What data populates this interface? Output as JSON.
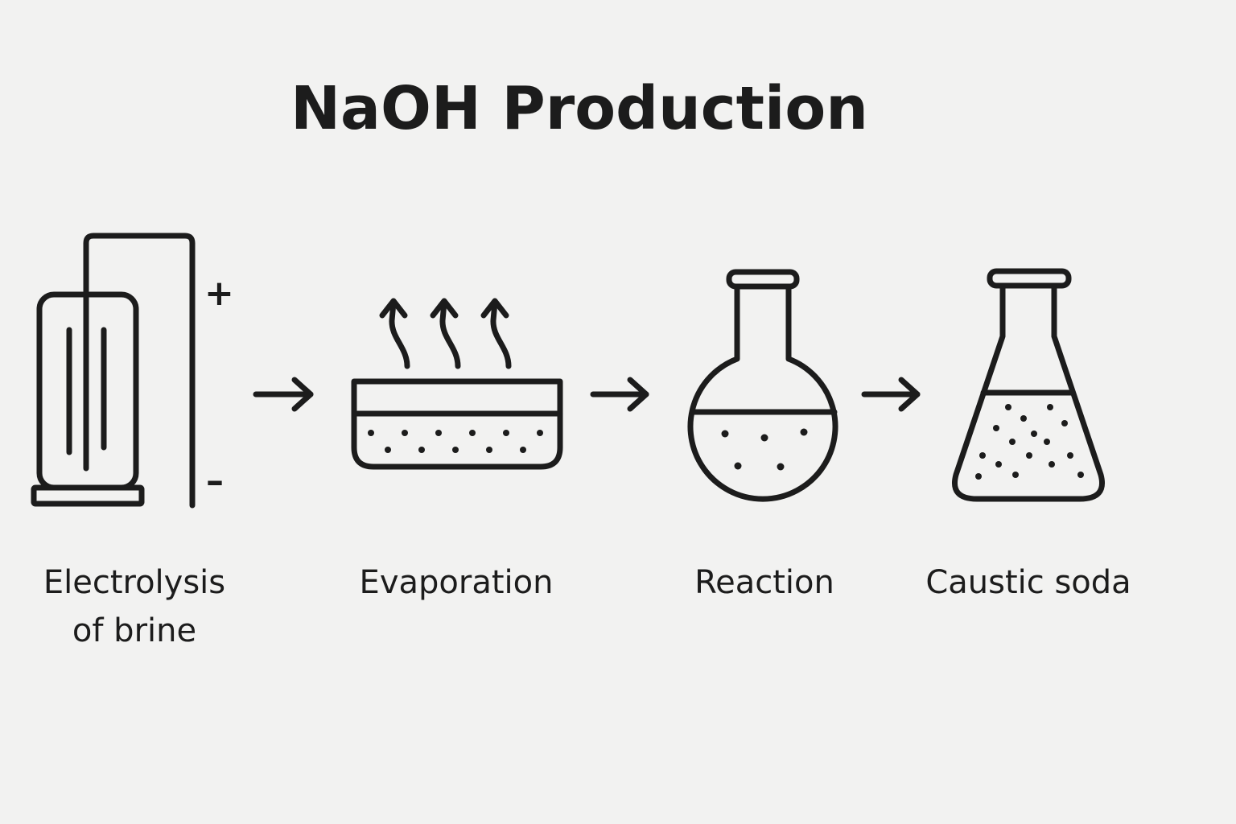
{
  "title": "NaOH Production",
  "steps": [
    {
      "id": "electrolysis",
      "icon": "electrolysis-cell-icon",
      "label_lines": [
        "Electrolysis",
        "of brine"
      ],
      "terminals": {
        "positive": "+",
        "negative": "–"
      }
    },
    {
      "id": "evaporation",
      "icon": "evaporation-dish-icon",
      "label_lines": [
        "Evaporation"
      ]
    },
    {
      "id": "reaction",
      "icon": "round-bottom-flask-icon",
      "label_lines": [
        "Reaction"
      ]
    },
    {
      "id": "caustic-soda",
      "icon": "erlenmeyer-flask-icon",
      "label_lines": [
        "Caustic soda"
      ]
    }
  ],
  "connectors": [
    "arrow-right-icon",
    "arrow-right-icon",
    "arrow-right-icon"
  ],
  "colors": {
    "background": "#f2f2f1",
    "ink": "#1c1c1c"
  }
}
